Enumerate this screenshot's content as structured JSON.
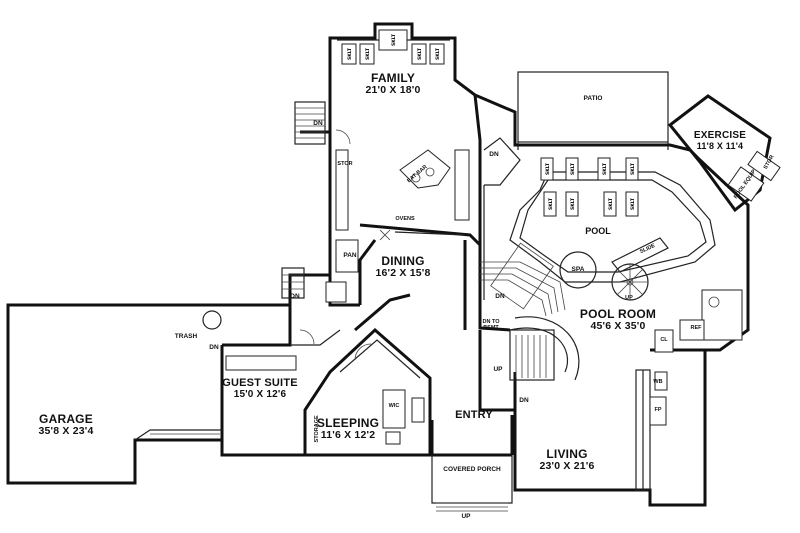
{
  "rooms": {
    "family": {
      "name": "FAMILY",
      "dims": "21'0 X 18'0"
    },
    "exercise": {
      "name": "EXERCISE",
      "dims": "11'8 X 11'4"
    },
    "dining": {
      "name": "DINING",
      "dims": "16'2 X 15'8"
    },
    "pool_room": {
      "name": "POOL ROOM",
      "dims": "45'6 X 35'0"
    },
    "guest_suite": {
      "name": "GUEST SUITE",
      "dims": "15'0 X 12'6"
    },
    "sleeping": {
      "name": "SLEEPING",
      "dims": "11'6 X 12'2"
    },
    "garage": {
      "name": "GARAGE",
      "dims": "35'8 X 23'4"
    },
    "living": {
      "name": "LIVING",
      "dims": "23'0 X 21'6"
    },
    "entry": {
      "name": "ENTRY"
    }
  },
  "areas": {
    "patio": "PATIO",
    "pool": "POOL",
    "spa": "SPA",
    "slide": "SLIDE",
    "covered_porch": "COVERED PORCH"
  },
  "notes": {
    "dn_family": "DN",
    "dn_kitchen": "DN",
    "dn_guest": "DN",
    "dn_garage": "DN",
    "dn_pool": "DN",
    "dn_living": "DN",
    "dn_to_bsmt": "DN TO",
    "bsmt": "BSMT",
    "up_stair": "UP",
    "up_porch": "UP",
    "up_spiral": "UP",
    "trash": "TRASH",
    "pan": "PAN",
    "stor": "STOR",
    "stor_exercise": "STOR",
    "ovens": "OVENS",
    "pool_equip": "POOL EQUIP",
    "eat_bar": "EAT BAR",
    "ref": "REF",
    "wb": "WB",
    "fp": "FP",
    "cl": "CL",
    "wic": "WIC",
    "storage": "STORAGE",
    "skylight": "SKLT"
  }
}
